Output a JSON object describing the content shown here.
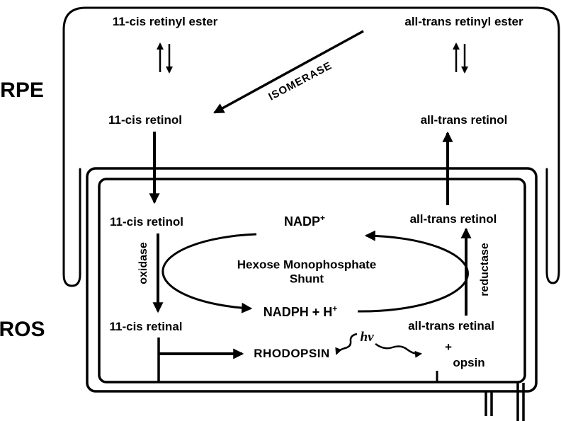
{
  "regions": {
    "rpe_label": "RPE",
    "ros_label": "ROS"
  },
  "rpe": {
    "cis_ester": "11-cis retinyl ester",
    "trans_ester": "all-trans retinyl ester",
    "isomerase": "ISOMERASE",
    "cis_retinol": "11-cis retinol",
    "trans_retinol": "all-trans retinol"
  },
  "ros": {
    "cis_retinol": "11-cis retinol",
    "trans_retinol": "all-trans retinol",
    "nadp": {
      "base": "NADP",
      "sup": "+"
    },
    "nadph": {
      "base": "NADPH + H",
      "sup": "+"
    },
    "shunt_line1": "Hexose Monophosphate",
    "shunt_line2": "Shunt",
    "oxidase": "oxidase",
    "reductase": "reductase",
    "cis_retinal": "11-cis retinal",
    "trans_retinal": "all-trans retinal",
    "rhodopsin": "RHODOPSIN",
    "hv": "hν",
    "plus": "+",
    "opsin": "opsin"
  },
  "colors": {
    "ink": "#000000",
    "background": "#ffffff"
  }
}
